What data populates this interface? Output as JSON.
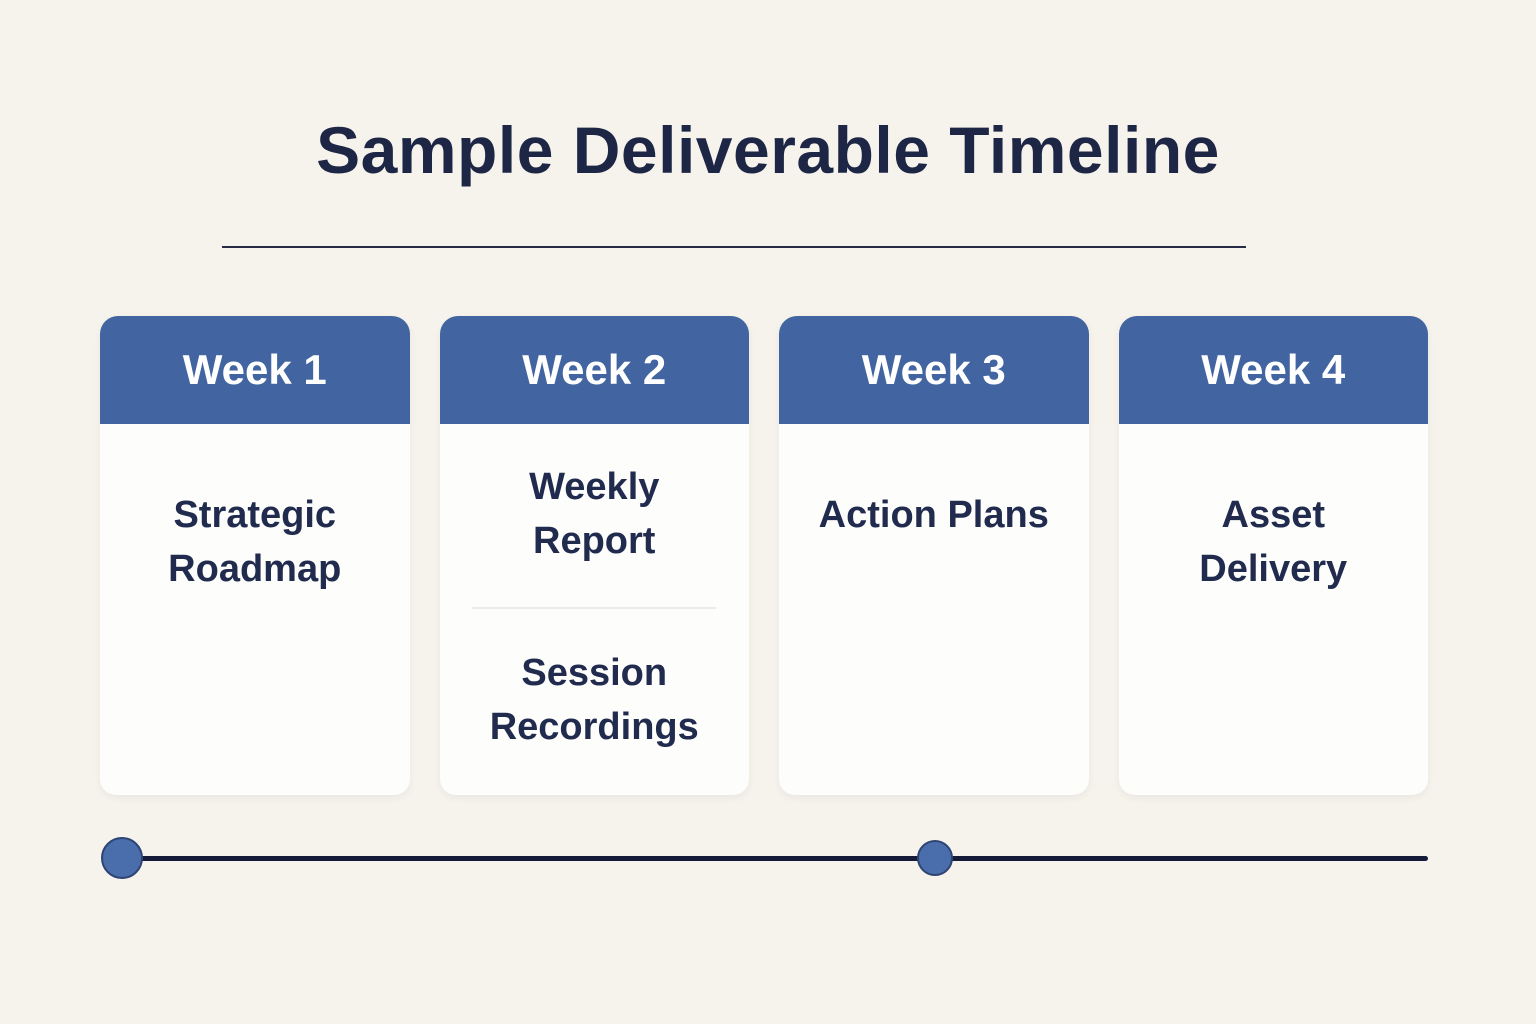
{
  "title": "Sample Deliverable Timeline",
  "weeks": [
    {
      "label": "Week 1",
      "items": [
        "Strategic Roadmap"
      ]
    },
    {
      "label": "Week 2",
      "items": [
        "Weekly Report",
        "Session Recordings"
      ]
    },
    {
      "label": "Week 3",
      "items": [
        "Action Plans"
      ]
    },
    {
      "label": "Week 4",
      "items": [
        "Asset Delivery"
      ]
    }
  ],
  "timeline": {
    "dot_count": 2
  },
  "colors": {
    "background": "#f6f3ec",
    "header_blue": "#4265a1",
    "dot_blue": "#4a6dab",
    "navy_text": "#1d2645",
    "item_text": "#212b4e",
    "axis_line": "#141b38",
    "card_body": "#fdfdfc",
    "divider": "#ecebe6"
  }
}
